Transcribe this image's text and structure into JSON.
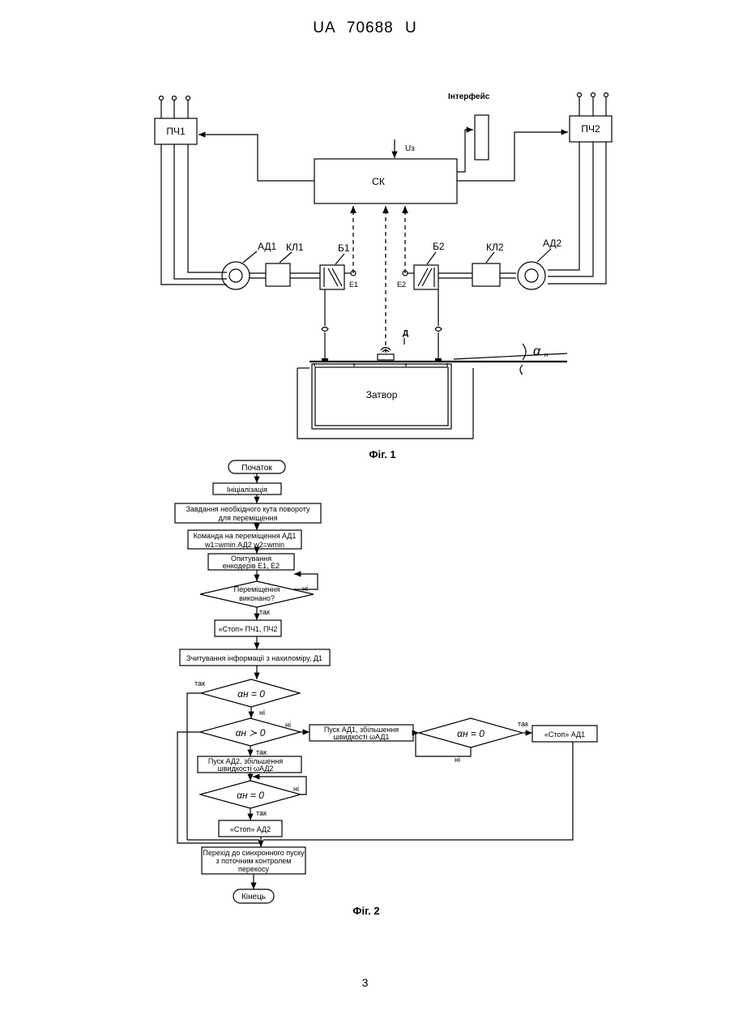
{
  "header": "UA 70688 U",
  "page_number": "3",
  "fig1": {
    "caption": "Фіг. 1",
    "pch1": "ПЧ1",
    "pch2": "ПЧ2",
    "interface": "Інтерфейс",
    "uz": "Uз",
    "sk": "СК",
    "ad1": "АД1",
    "kl1": "КЛ1",
    "b1": "Б1",
    "e1": "Е1",
    "b2": "Б2",
    "kl2": "КЛ2",
    "ad2": "АД2",
    "e2": "Е2",
    "d": "Д",
    "gate": "Затвор",
    "alpha": "α"
  },
  "fig2": {
    "caption": "Фіг. 2",
    "start": "Початок",
    "init": "Ініціалізація",
    "task_l1": "Завдання необхідного кута повороту",
    "task_l2": "для переміщення",
    "cmd_l1": "Команда на переміщення АД1",
    "cmd_l2": "w1=wmin  АД2  w2=wmin",
    "poll_l1": "Опитування",
    "poll_l2": "енкодерів Е1, Е2",
    "moved_l1": "Переміщення",
    "moved_l2": "виконано?",
    "stop_both": "«Стоп» ПЧ1, ПЧ2",
    "read": "Зчитування інформації з нахиломіру, Д1",
    "cond_eq0": "αн = 0",
    "cond_gt0": "αн ≻ 0",
    "start_ad1_l1": "Пуск АД1, збільшення",
    "start_ad1_l2": "швидкості ωАД1",
    "start_ad2_l1": "Пуск АД2, збільшення",
    "start_ad2_l2": "швидкості  ωАД2",
    "stop_ad1": "«Стоп» АД1",
    "stop_ad2": "«Стоп» АД2",
    "sync_l1": "Перехід до синхронного пуску",
    "sync_l2": "з поточним контролем",
    "sync_l3": "перекосу",
    "end": "Кінець",
    "yes": "так",
    "no": "ні"
  }
}
